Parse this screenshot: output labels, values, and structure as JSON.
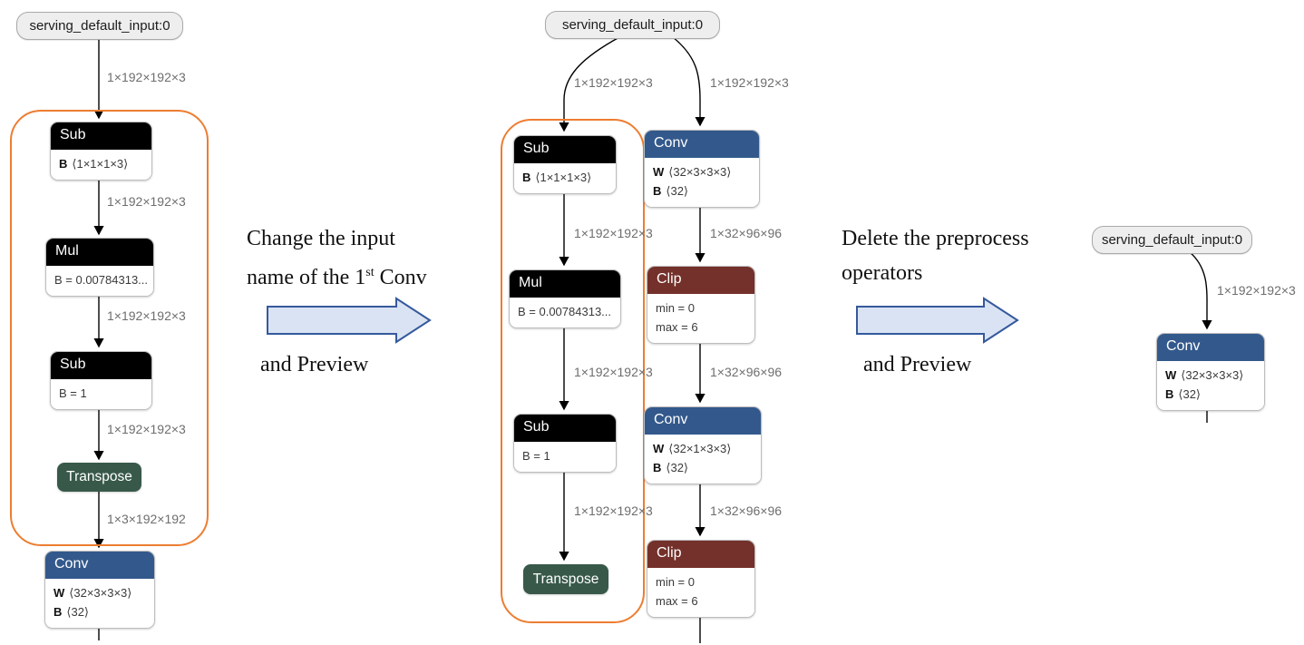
{
  "steps": {
    "step1": {
      "line1": "Change the input",
      "line2_pre": "name of the 1",
      "line2_sup": "st",
      "line2_post": " Conv",
      "caption": "and Preview"
    },
    "step2": {
      "line1": "Delete the preprocess",
      "line2": "operators",
      "caption": "and Preview"
    }
  },
  "graphs": {
    "left": {
      "input": "serving_default_input:0",
      "sub1": {
        "title": "Sub",
        "r1b": "B",
        "r1v": "⟨1×1×1×3⟩"
      },
      "mul": {
        "title": "Mul",
        "r1v": "B = 0.00784313..."
      },
      "sub2": {
        "title": "Sub",
        "r1v": "B = 1"
      },
      "transpose": {
        "title": "Transpose"
      },
      "conv": {
        "title": "Conv",
        "r1b": "W",
        "r1v": "⟨32×3×3×3⟩",
        "r2b": "B",
        "r2v": "⟨32⟩"
      },
      "edge_labels": [
        "1×192×192×3",
        "1×192×192×3",
        "1×192×192×3",
        "1×192×192×3",
        "1×3×192×192"
      ]
    },
    "middle": {
      "input": "serving_default_input:0",
      "sub1": {
        "title": "Sub",
        "r1b": "B",
        "r1v": "⟨1×1×1×3⟩"
      },
      "mul": {
        "title": "Mul",
        "r1v": "B = 0.00784313..."
      },
      "sub2": {
        "title": "Sub",
        "r1v": "B = 1"
      },
      "transpose": {
        "title": "Transpose"
      },
      "conv1": {
        "title": "Conv",
        "r1b": "W",
        "r1v": "⟨32×3×3×3⟩",
        "r2b": "B",
        "r2v": "⟨32⟩"
      },
      "clip1": {
        "title": "Clip",
        "r1v": "min = 0",
        "r2v": "max = 6"
      },
      "conv2": {
        "title": "Conv",
        "r1b": "W",
        "r1v": "⟨32×1×3×3⟩",
        "r2b": "B",
        "r2v": "⟨32⟩"
      },
      "clip2": {
        "title": "Clip",
        "r1v": "min = 0",
        "r2v": "max = 6"
      },
      "left_edge_labels": [
        "1×192×192×3",
        "1×192×192×3",
        "1×192×192×3",
        "1×192×192×3"
      ],
      "right_edge_labels": [
        "1×192×192×3",
        "1×32×96×96",
        "1×32×96×96",
        "1×32×96×96"
      ]
    },
    "right": {
      "input": "serving_default_input:0",
      "conv": {
        "title": "Conv",
        "r1b": "W",
        "r1v": "⟨32×3×3×3⟩",
        "r2b": "B",
        "r2v": "⟨32⟩"
      },
      "edge_labels": [
        "1×192×192×3"
      ]
    }
  },
  "colors": {
    "op_default": "#000000",
    "op_conv": "#33598c",
    "op_clip": "#74302a",
    "op_transpose": "#38594a",
    "highlight": "#ed7d31",
    "arrow_fill": "#dae3f3",
    "arrow_stroke": "#35599c",
    "input_fill": "#eeeeee",
    "edge_label": "#6e6e6e"
  }
}
